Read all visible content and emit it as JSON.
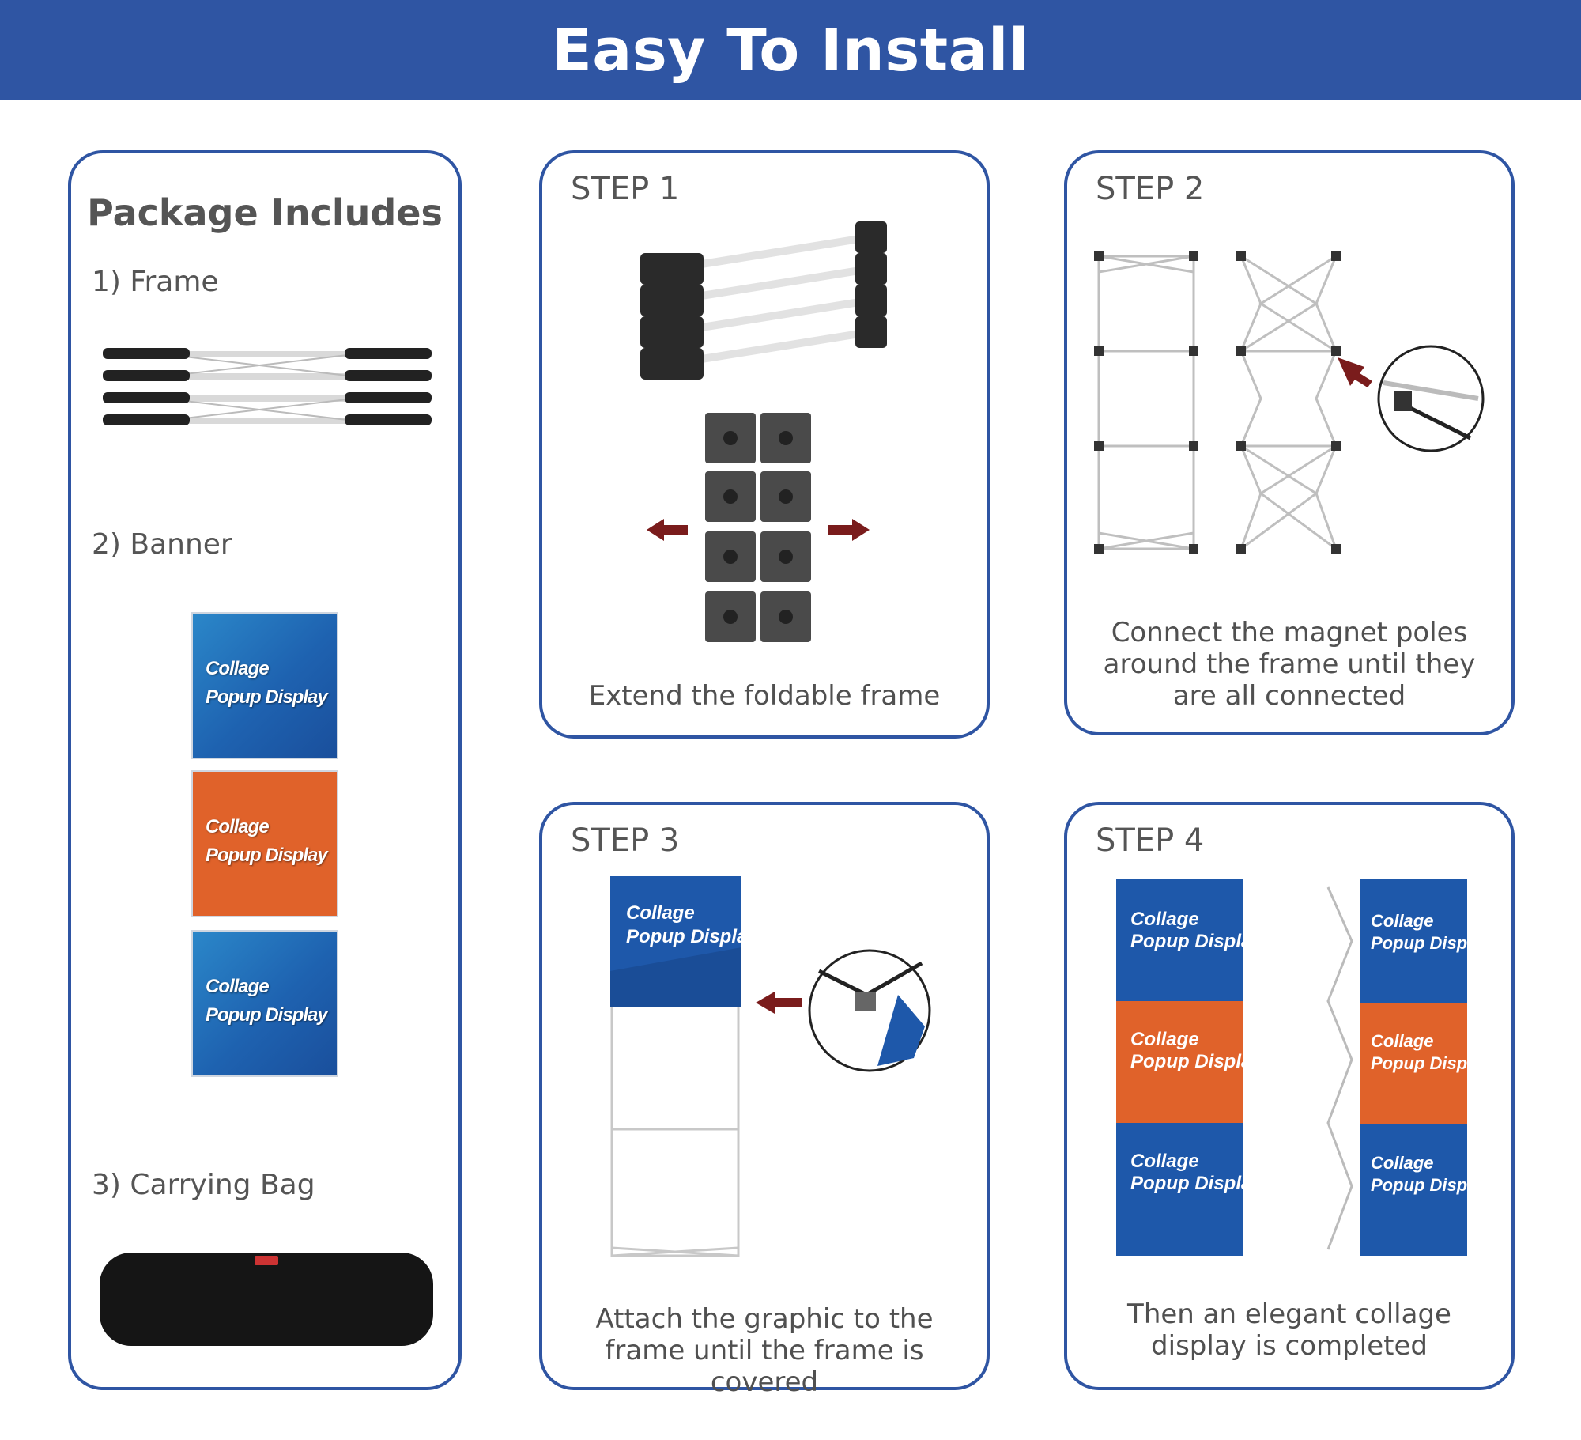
{
  "header": {
    "title": "Easy To Install"
  },
  "colors": {
    "brand_blue": "#2f55a3",
    "banner_blue": "#1f5fb0",
    "banner_orange": "#e0622a",
    "arrow_red": "#7a1c1c"
  },
  "package": {
    "title": "Package Includes",
    "items": [
      {
        "label": "1) Frame"
      },
      {
        "label": "2) Banner"
      },
      {
        "label": "3) Carrying Bag"
      }
    ],
    "banners": [
      {
        "text_line1": "Collage",
        "text_line2": "Popup Display",
        "color": "blue"
      },
      {
        "text_line1": "Collage",
        "text_line2": "Popup Display",
        "color": "orange"
      },
      {
        "text_line1": "Collage",
        "text_line2": "Popup Display",
        "color": "blue"
      }
    ]
  },
  "steps": [
    {
      "title": "STEP 1",
      "caption_lines": [
        "Extend the foldable frame"
      ]
    },
    {
      "title": "STEP 2",
      "caption_lines": [
        "Connect the magnet poles",
        "around the frame until they",
        "are all connected"
      ]
    },
    {
      "title": "STEP 3",
      "caption_lines": [
        "Attach the graphic to the",
        "frame until the frame is covered"
      ],
      "banner": {
        "text_line1": "Collage",
        "text_line2": "Popup Display"
      }
    },
    {
      "title": "STEP 4",
      "caption_lines": [
        "Then an elegant collage",
        "display is completed"
      ],
      "panels": [
        {
          "text_line1": "Collage",
          "text_line2": "Popup Display",
          "color": "blue"
        },
        {
          "text_line1": "Collage",
          "text_line2": "Popup Display",
          "color": "orange"
        },
        {
          "text_line1": "Collage",
          "text_line2": "Popup Display",
          "color": "blue"
        }
      ]
    }
  ]
}
